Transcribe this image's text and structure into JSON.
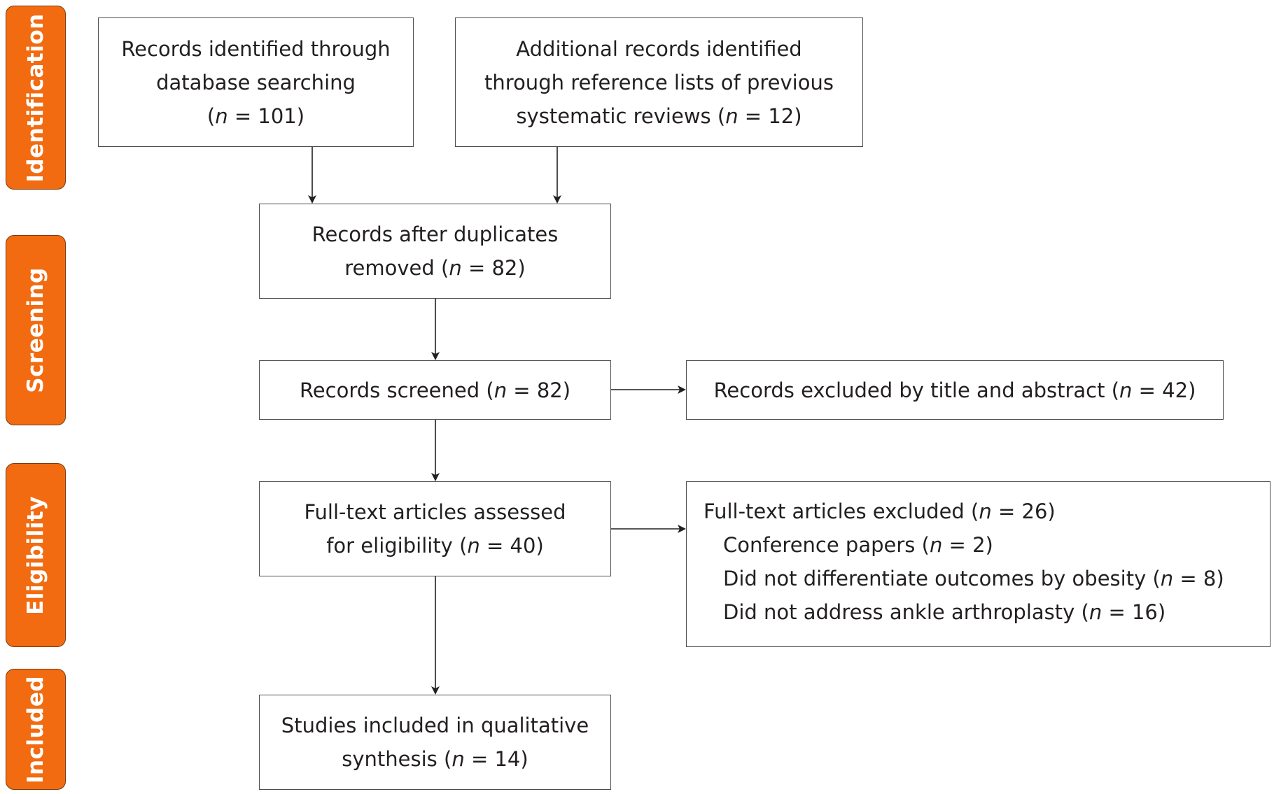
{
  "phases": [
    {
      "id": "identification",
      "label": "Identification"
    },
    {
      "id": "screening",
      "label": "Screening"
    },
    {
      "id": "eligibility",
      "label": "Eligibility"
    },
    {
      "id": "included",
      "label": "Included"
    }
  ],
  "boxes": {
    "database_records": {
      "lines": [
        "Records identified through",
        "database searching",
        "(n = 101)"
      ]
    },
    "additional_records": {
      "lines": [
        "Additional records identified",
        "through reference lists of previous",
        "systematic reviews (n = 12)"
      ]
    },
    "after_duplicates": {
      "lines": [
        "Records after duplicates",
        "removed (n = 82)"
      ]
    },
    "screened": {
      "lines": [
        "Records screened (n = 82)"
      ]
    },
    "excluded_title_abstract": {
      "lines": [
        "Records excluded by title and abstract (n = 42)"
      ]
    },
    "fulltext_assessed": {
      "lines": [
        "Full-text articles assessed",
        "for eligibility (n = 40)"
      ]
    },
    "fulltext_excluded": {
      "lines": [
        "Full-text articles excluded (n = 26)",
        "Conference papers (n = 2)",
        "Did not differentiate outcomes by obesity (n = 8)",
        "Did not address ankle arthroplasty (n = 16)"
      ]
    },
    "included_studies": {
      "lines": [
        "Studies included in qualitative",
        "synthesis (n = 14)"
      ]
    }
  },
  "colors": {
    "phase_fill": "#f26b10",
    "phase_text": "#ffffff",
    "box_border": "#4d4d4f",
    "arrow": "#231f20"
  }
}
